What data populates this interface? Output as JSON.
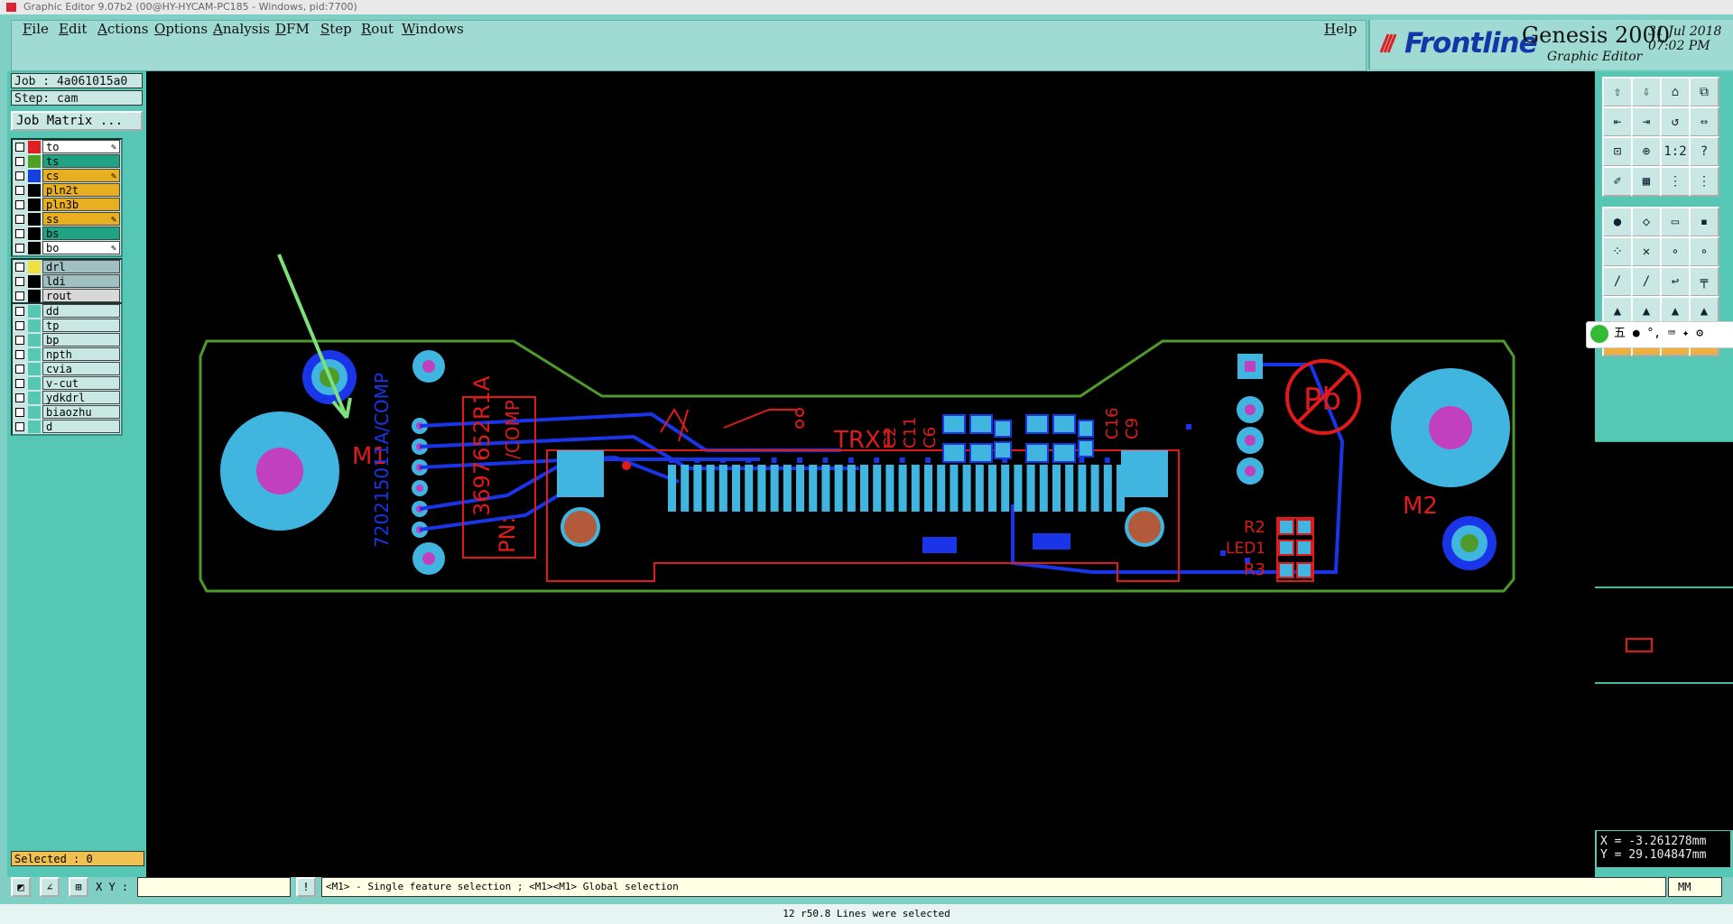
{
  "window": {
    "title": "Graphic Editor 9.07b2 (00@HY-HYCAM-PC185 - Windows, pid:7700)"
  },
  "menu": {
    "items": [
      "File",
      "Edit",
      "Actions",
      "Options",
      "Analysis",
      "DFM",
      "Step",
      "Rout",
      "Windows"
    ],
    "help": "Help"
  },
  "brand": {
    "name": "Frontline",
    "product": "Genesis 2000",
    "subtitle": "Graphic Editor",
    "date": "31 Jul 2018",
    "time": "07:02 PM"
  },
  "job": {
    "job_label": "Job : 4a061015a0",
    "step_label": "Step: cam",
    "matrix_button": "Job Matrix ..."
  },
  "layers": {
    "board": [
      {
        "name": "to",
        "color": "#ffffff",
        "swatch": "#e02020",
        "icon": "✎"
      },
      {
        "name": "ts",
        "color": "#1fa383",
        "swatch": "#4ea020",
        "icon": ""
      },
      {
        "name": "cs",
        "color": "#e8b020",
        "swatch": "#1540e0",
        "icon": "✎"
      },
      {
        "name": "pln2t",
        "color": "#e8b020",
        "swatch": "#000000",
        "icon": ""
      },
      {
        "name": "pln3b",
        "color": "#e8b020",
        "swatch": "#000000",
        "icon": ""
      },
      {
        "name": "ss",
        "color": "#e8b020",
        "swatch": "#000000",
        "icon": "✎"
      },
      {
        "name": "bs",
        "color": "#1fa383",
        "swatch": "#000000",
        "icon": ""
      },
      {
        "name": "bo",
        "color": "#ffffff",
        "swatch": "#000000",
        "icon": "✎"
      }
    ],
    "drill": [
      {
        "name": "drl",
        "color": "#9fbfc0",
        "swatch": "#f0e040"
      },
      {
        "name": "ldi",
        "color": "#9fbfc0",
        "swatch": "#000000"
      },
      {
        "name": "rout",
        "color": "#d8d8d8",
        "swatch": "#000000"
      }
    ],
    "misc": [
      {
        "name": "dd",
        "color": "#c9e8e3"
      },
      {
        "name": "tp",
        "color": "#c9e8e3"
      },
      {
        "name": "bp",
        "color": "#c9e8e3"
      },
      {
        "name": "npth",
        "color": "#c9e8e3"
      },
      {
        "name": "cvia",
        "color": "#c9e8e3"
      },
      {
        "name": "v-cut",
        "color": "#c9e8e3"
      },
      {
        "name": "ydkdrl",
        "color": "#c9e8e3"
      },
      {
        "name": "biaozhu",
        "color": "#c9e8e3"
      },
      {
        "name": "d",
        "color": "#c9e8e3"
      }
    ]
  },
  "selection": {
    "label": "Selected : 0"
  },
  "pcb": {
    "refdes": [
      "TRX1",
      "M1",
      "M2",
      "R2",
      "LED1",
      "R3",
      "C2",
      "C11",
      "C6",
      "C16",
      "C9"
    ],
    "silk_part": "720215011A/COMP",
    "silk_pn": "3697652R1A",
    "silk_pn_sub": "/COMP",
    "silk_pn_label": "PN:",
    "pad_count": 36
  },
  "coordinates": {
    "x": "X = -3.261278mm",
    "y": "Y = 29.104847mm"
  },
  "bottom": {
    "xy_label": "X Y :",
    "xy_value": "",
    "hint": "<M1> - Single feature selection ; <M1><M1> Global selection",
    "unit": "MM",
    "status": "12 r50.8 Lines were selected"
  },
  "colors": {
    "canvas": "#000000",
    "panel": "#56c7b4",
    "outline": "#4e9a2b",
    "pad": "#3fb5e0",
    "trace": "#1a34e8",
    "silk": "#e01a1a",
    "drill": "#c040c0"
  }
}
